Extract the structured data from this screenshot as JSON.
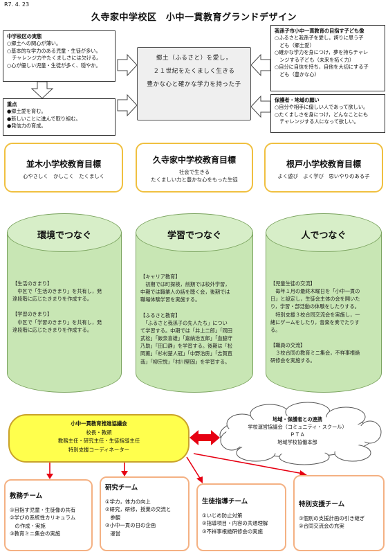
{
  "date": "R7. 4. 23",
  "title": "久寺家中学校区　小中一貫教育グランドデザイン",
  "jittai": {
    "heading": "中学校区の実態",
    "lines": [
      "○郷土への関心が薄い。",
      "○基本的な学力のある児童・生徒が多い。",
      "　チャレンジ力やたくましさには欠ける。",
      "○心が優しい児童・生徒が多く、穏やか。"
    ]
  },
  "juten": {
    "heading": "重点",
    "lines": [
      "●郷土愛を育む。",
      "●新しいことに進んで取り組む。",
      "●発信力の育成。"
    ]
  },
  "mezasu": {
    "heading": "我孫子市小中一貫教育の目指す子ども像",
    "lines": [
      "○ふるさと我孫子を愛し，誇りに思う子",
      "　ども（郷土愛）",
      "○確かな学力を身につけ，夢を持ちチャレ",
      "　ンジする子ども（未来を拓く力）",
      "○自分に自信を持ち，自他を大切にする子",
      "　ども（豊かな心）"
    ]
  },
  "negai": {
    "heading": "保護者・地域の願い",
    "lines": [
      "○自分や相手に優しい人であって欲しい。",
      "○たくましさを身につけ，どんなことにも",
      "　チャレンジする人になって欲しい。"
    ]
  },
  "center": {
    "lines": [
      "郷土（ふるさと）を愛し，",
      "２１世紀をたくましく生きる",
      "豊かな心と確かな学力を持った子"
    ]
  },
  "goals": {
    "namiki": {
      "title": "並木小学校教育目標",
      "sub": "心やさしく　かしこく　たくましく"
    },
    "kujike": {
      "title": "久寺家中学校教育目標",
      "sub1": "社会で生きる",
      "sub2": "たくましい力と豊かな心をもった生徒"
    },
    "nedo": {
      "title": "根戸小学校教育目標",
      "sub": "よく遊び　よく学び　思いやりのある子"
    }
  },
  "pillars": {
    "kankyo": {
      "title": "環境でつなぐ",
      "lines": [
        "【生活のきまり】",
        "　中区で「生活のきまり」を共有し，発",
        "達段階に応じたきまりを作成する。",
        "",
        "【学習のきまり】",
        "　中区で「学習のきまり」を共有し，発",
        "達段階に応じたきまりを作成する。"
      ]
    },
    "gakushu": {
      "title": "学習でつなぐ",
      "lines": [
        "【キャリア教育】",
        "　初期では町探検，前期では校外学習，",
        "中期では職業人の話を聴く会，後期では",
        "職場体験学習を実施する。",
        "",
        "【ふるさと教育】",
        "　「ふるさと我孫子の先人たち」につい",
        "て学習する。中期では「井上二郎」「岡田",
        "武松」「飯泉喜雄」「嘉納治五郎」「血脇守",
        "乃助」「田口静」を学習する。後期は「松",
        "岡薫」「杉村楚人冠」「中野治房」「志賀直",
        "哉」「柳宗悦」「村川堅固」を学習する。"
      ]
    },
    "hito": {
      "title": "人でつなぐ",
      "lines": [
        "【児童生徒の交流】",
        "　毎年１月の最終木曜日を「小中一貫の",
        "日」と設定し，生徒会主体の会を開いた",
        "り，学習・部活動の体験をしたりする。",
        "　特別支援３校合同交流会を実施し，一",
        "緒にゲームをしたり，音楽を奏でたりす",
        "る。",
        "",
        "【職員の交流】",
        "　３校合同の教育ミニ集会，不祥事根絶",
        "研修会を実施する。"
      ]
    }
  },
  "council": {
    "title": "小中一貫教育推進協議会",
    "lines": [
      "校長・教頭",
      "教務主任・研究主任・生徒指導主任",
      "特別支援コーディネーター"
    ]
  },
  "community": {
    "title": "地域・保護者との連携",
    "lines": [
      "学校運営協議会（コミュニティ・スクール）",
      "ＰＴＡ",
      "地域学校協働本部"
    ]
  },
  "teams": {
    "kyomu": {
      "title": "教務チーム",
      "lines": [
        "①目指す児童・生徒像の共有",
        "②学びの系統性カリキュラム",
        "　の作成・実施",
        "③教育ミニ集会の実施"
      ]
    },
    "kenkyu": {
      "title": "研究チーム",
      "lines": [
        "①学力，体力の向上",
        "②研究，研修，授業の交流と",
        "　参観",
        "③小中一貫の日の企画",
        "　運営"
      ]
    },
    "seito": {
      "title": "生徒指導チーム",
      "lines": [
        "①いじめ防止対策",
        "②指導項目・内容の共通理解",
        "③不祥事根絶研修会の実施"
      ]
    },
    "tokubetsu": {
      "title": "特別支援チーム",
      "lines": [
        "①個別の支援計画の引き継ぎ",
        "②合同交流会の充実"
      ]
    }
  },
  "colors": {
    "goal_border": "#f0c040",
    "pillar_fill": "#c8e6b4",
    "council_fill": "#ffff4d",
    "team_border": "#f4b183",
    "arrow_red": "#e60012"
  }
}
